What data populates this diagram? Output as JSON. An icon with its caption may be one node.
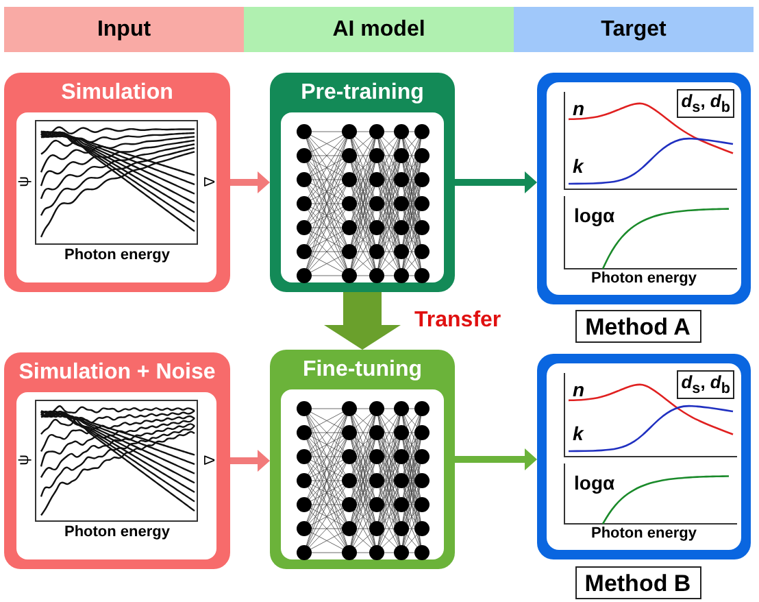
{
  "diagram": {
    "nodes": [
      {
        "text": [
          "Input"
        ]
      },
      {
        "text": [
          "AI model"
        ]
      },
      {
        "text": [
          "Target"
        ]
      },
      {
        "text": [
          "Simulation",
          "ψ",
          "Δ",
          "Photon energy"
        ]
      },
      {
        "text": [
          "Pre-training"
        ]
      },
      {
        "text": [
          "n",
          "k",
          "*d*$_{s}$, *d*$_{b}$",
          "logα",
          "Photon energy"
        ]
      },
      {
        "text": [
          "Method A"
        ]
      },
      {
        "text": [
          "Simulation + Noise",
          "ψ",
          "Δ",
          "Photon energy"
        ]
      },
      {
        "text": [
          "Fine-tuning"
        ]
      },
      {
        "text": [
          "n",
          "k",
          "*d*$_{s}$, *d*$_{b}$",
          "logα",
          "Photon energy"
        ]
      },
      {
        "text": [
          "Method B"
        ]
      }
    ],
    "edges": [
      {
        "from": 3,
        "to": 4,
        "arrow": "to",
        "color": "#f27a7a"
      },
      {
        "from": 4,
        "to": 5,
        "arrow": "to",
        "color": "#138a57"
      },
      {
        "from": 4,
        "to": 8,
        "arrow": "to",
        "label": "Transfer",
        "style": "thick",
        "color": "#6aa02c"
      },
      {
        "from": 7,
        "to": 8,
        "arrow": "to",
        "color": "#f27a7a"
      },
      {
        "from": 8,
        "to": 9,
        "arrow": "to",
        "color": "#6bb33a"
      }
    ]
  }
}
